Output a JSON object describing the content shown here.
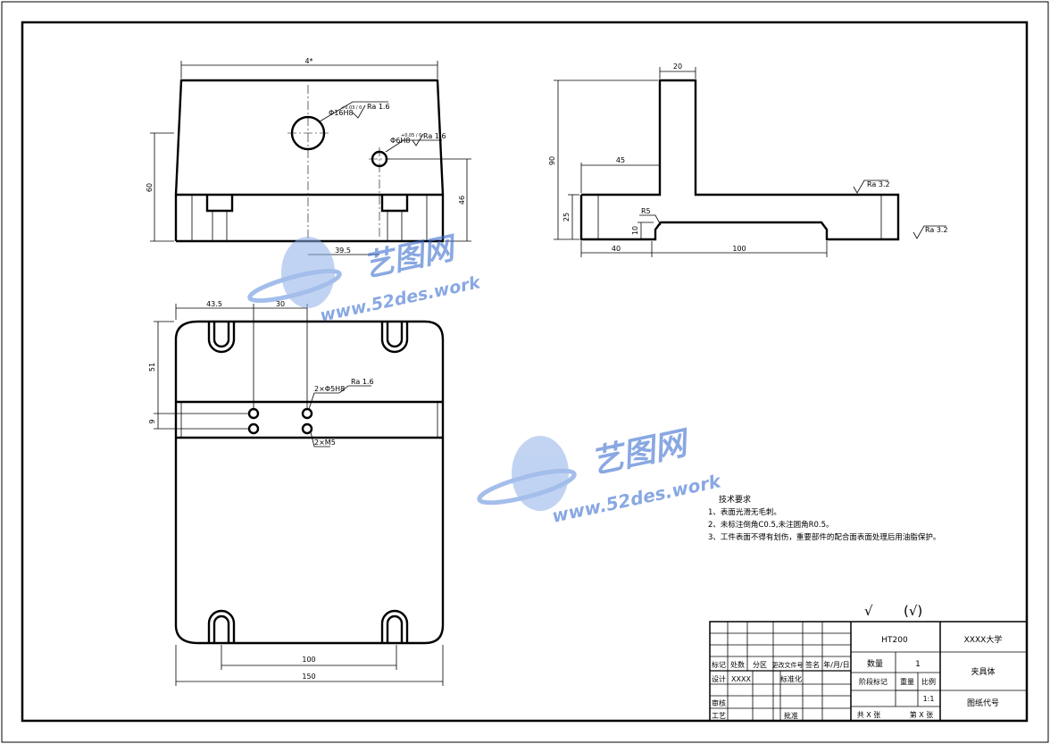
{
  "dimensions": {
    "front_width": "4*",
    "front_height": "60",
    "front_hole_height": "46",
    "front_hole_offset": "39.5",
    "hole_big_label": "Φ16H8",
    "hole_big_tol": "+0.03 / 0",
    "hole_small_label": "Φ6H8",
    "hole_small_tol": "+0.05 / 0",
    "ra_16": "Ra 1.6",
    "ra_32": "Ra 3.2",
    "side_top": "20",
    "side_height": "90",
    "side_offset": "45",
    "side_base": "25",
    "side_slot_h": "10",
    "side_radius": "R5",
    "side_left": "40",
    "side_slot_w": "100",
    "top_left": "43.5",
    "top_gap": "30",
    "top_depth": "51",
    "top_pitch": "9",
    "top_hole_a": "2×Φ5H8",
    "top_hole_b": "2×M5",
    "top_slot_span": "100",
    "top_width": "150"
  },
  "notes": {
    "title": "技术要求",
    "items": [
      "1、表面光滑无毛刺。",
      "2、未标注倒角C0.5,未注圆角R0.5。",
      "3、工件表面不得有划伤，重要部件的配合面表面处理后用油脂保护。"
    ]
  },
  "roughness_marks": {
    "main": "√",
    "rest": "(√)"
  },
  "title_block": {
    "material": "HT200",
    "school": "XXXX大学",
    "part_name": "夹具体",
    "drawing_code": "图纸代号",
    "h_mark": "标记",
    "h_count": "处数",
    "h_zone": "分区",
    "h_doc": "更改文件号",
    "h_sign": "签名",
    "h_date": "年/月/日",
    "qty_label": "数量",
    "qty_value": "1",
    "design": "设计",
    "designer": "XXXX",
    "standard": "标准化",
    "stage": "阶段标记",
    "weight": "重量",
    "scale_label": "比例",
    "scale": "1:1",
    "review": "审核",
    "process": "工艺",
    "approve": "批准",
    "sheets_total": "共 X 张",
    "sheet_no": "第 X 张"
  },
  "watermark": {
    "brand": "艺图网",
    "url": "www.52des.work"
  }
}
